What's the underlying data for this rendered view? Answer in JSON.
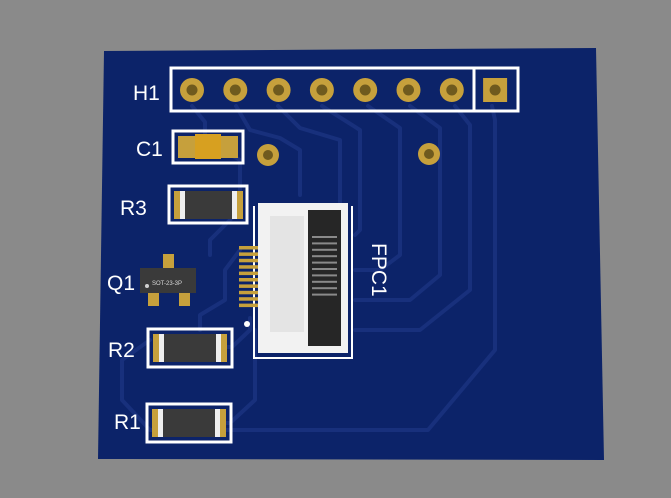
{
  "board": {
    "colors": {
      "background": "#8a8a8a",
      "soldermask": "#0c2369",
      "trace": "#18307c",
      "copper": "#c6a03c",
      "hole": "#6f5a1e",
      "silkscreen": "#ffffff",
      "component_body": "#3a3a3a",
      "connector_body": "#f2f2f2"
    },
    "labels": {
      "h1": "H1",
      "c1": "C1",
      "r3": "R3",
      "q1": "Q1",
      "r2": "R2",
      "r1": "R1",
      "fpc1": "FPC1",
      "q1_marking": "SOT-23-3P"
    },
    "header_pin_count": 8,
    "fpc_pin_count": 10
  }
}
